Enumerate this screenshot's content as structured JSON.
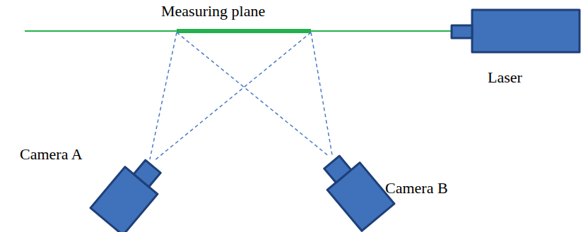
{
  "diagram": {
    "labels": [
      "Measuring plane",
      "Laser",
      "Camera A",
      "Camera B"
    ]
  }
}
